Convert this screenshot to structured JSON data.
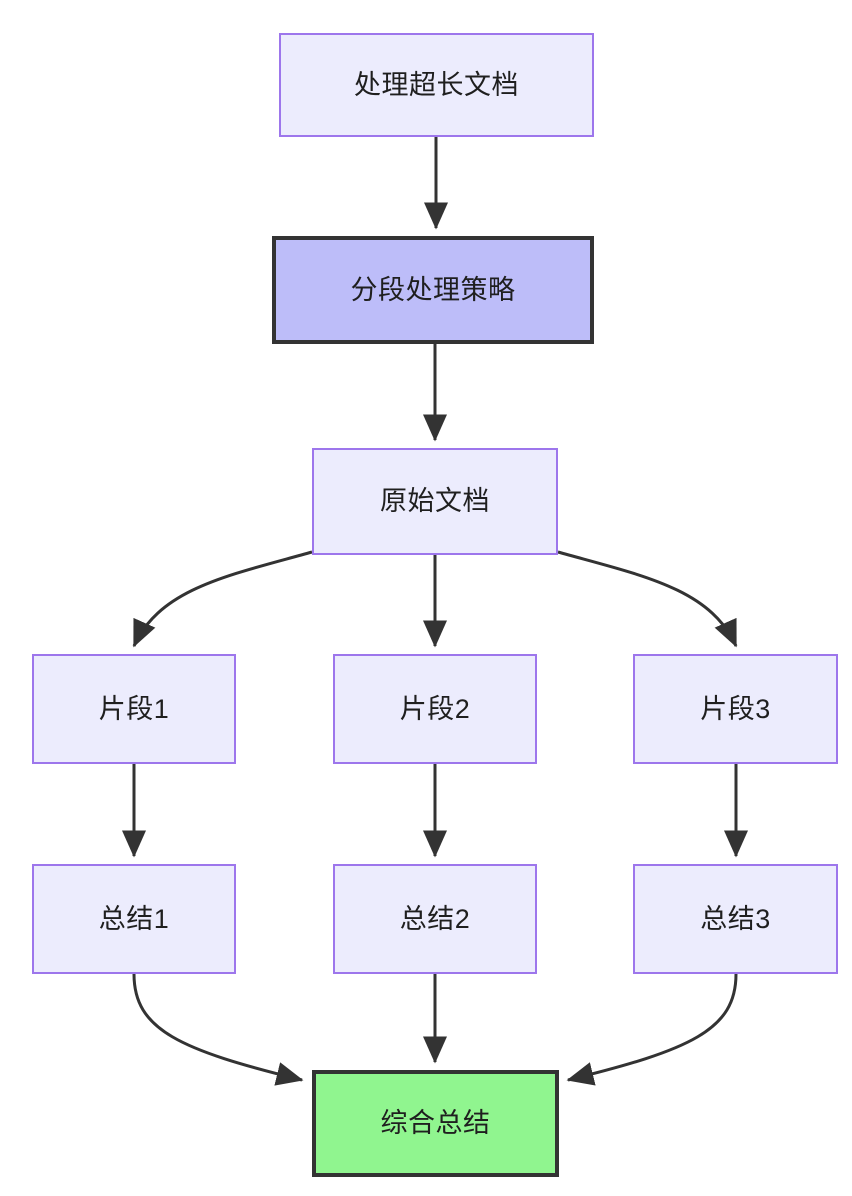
{
  "diagram": {
    "type": "flowchart",
    "direction": "top-down",
    "background_color": "#ffffff",
    "title_node": "处理超长文档",
    "styles": {
      "normal_fill": "#ececfd",
      "normal_stroke": "#9d76ec",
      "highlight_fill": "#bdbdf9",
      "highlight_stroke": "#333333",
      "result_fill": "#90f58f",
      "result_stroke": "#333333",
      "edge_color": "#333333",
      "text_color": "#1f1f1f"
    },
    "nodes": [
      {
        "id": "process",
        "label": "处理超长文档",
        "style": "normal"
      },
      {
        "id": "strategy",
        "label": "分段处理策略",
        "style": "highlight"
      },
      {
        "id": "source",
        "label": "原始文档",
        "style": "normal"
      },
      {
        "id": "frag1",
        "label": "片段1",
        "style": "normal"
      },
      {
        "id": "frag2",
        "label": "片段2",
        "style": "normal"
      },
      {
        "id": "frag3",
        "label": "片段3",
        "style": "normal"
      },
      {
        "id": "sum1",
        "label": "总结1",
        "style": "normal"
      },
      {
        "id": "sum2",
        "label": "总结2",
        "style": "normal"
      },
      {
        "id": "sum3",
        "label": "总结3",
        "style": "normal"
      },
      {
        "id": "final",
        "label": "综合总结",
        "style": "result"
      }
    ],
    "edges": [
      {
        "from": "process",
        "to": "strategy",
        "shape": "straight"
      },
      {
        "from": "strategy",
        "to": "source",
        "shape": "straight"
      },
      {
        "from": "source",
        "to": "frag1",
        "shape": "curve"
      },
      {
        "from": "source",
        "to": "frag2",
        "shape": "straight"
      },
      {
        "from": "source",
        "to": "frag3",
        "shape": "curve"
      },
      {
        "from": "frag1",
        "to": "sum1",
        "shape": "straight"
      },
      {
        "from": "frag2",
        "to": "sum2",
        "shape": "straight"
      },
      {
        "from": "frag3",
        "to": "sum3",
        "shape": "straight"
      },
      {
        "from": "sum1",
        "to": "final",
        "shape": "curve"
      },
      {
        "from": "sum2",
        "to": "final",
        "shape": "straight"
      },
      {
        "from": "sum3",
        "to": "final",
        "shape": "curve"
      }
    ]
  }
}
